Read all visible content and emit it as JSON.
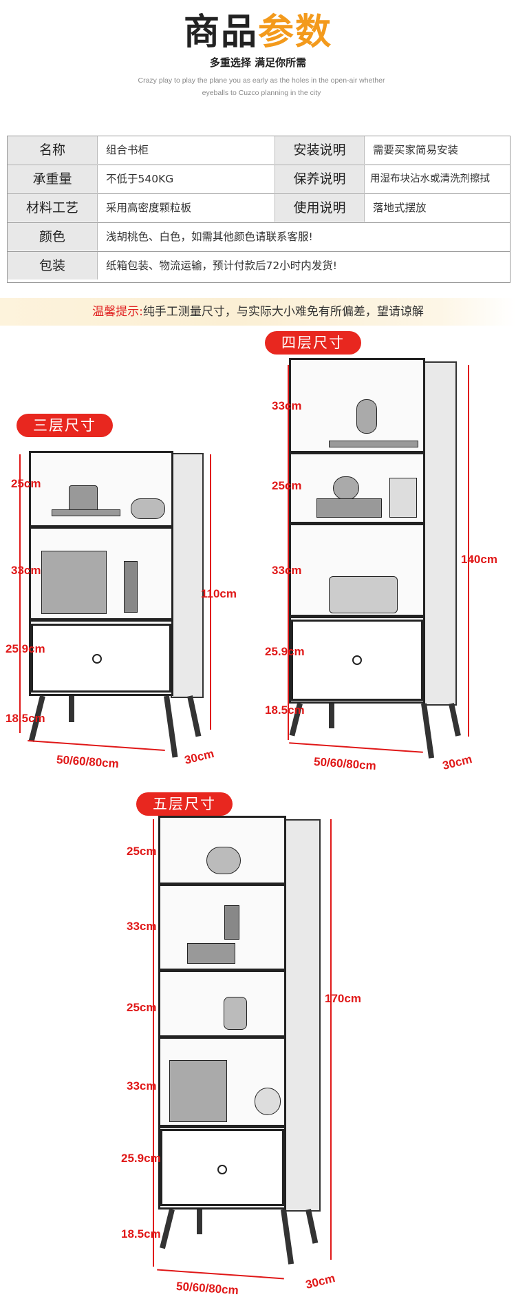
{
  "header": {
    "title_black": "商品",
    "title_orange": "参数",
    "subtitle": "多重选择 满足你所需",
    "desc_line1": "Crazy play to play the plane you as early as the holes in the open-air whether",
    "desc_line2": "eyeballs to Cuzco planning in the city"
  },
  "specs": {
    "rows": [
      {
        "label1": "名称",
        "value1": "组合书柜",
        "label2": "安装说明",
        "value2": "需要买家简易安装"
      },
      {
        "label1": "承重量",
        "value1": "不低于540KG",
        "label2": "保养说明",
        "value2": "用湿布块沾水或清洗剂擦拭"
      },
      {
        "label1": "材料工艺",
        "value1": "采用高密度颗粒板",
        "label2": "使用说明",
        "value2": "落地式摆放"
      },
      {
        "label1": "颜色",
        "value1": "浅胡桃色、白色，如需其他颜色请联系客服!"
      },
      {
        "label1": "包装",
        "value1": "纸箱包装、物流运输，预计付款后72小时内发货!"
      }
    ]
  },
  "tip": {
    "label": "温馨提示:",
    "text": "纯手工测量尺寸，与实际大小难免有所偏差，望请谅解"
  },
  "three_tier": {
    "badge": "三层尺寸",
    "dims": [
      "25cm",
      "33cm",
      "25.9cm",
      "18.5cm"
    ],
    "height": "110cm",
    "width": "50/60/80cm",
    "depth": "30cm"
  },
  "four_tier": {
    "badge": "四层尺寸",
    "dims": [
      "33cm",
      "25cm",
      "33cm",
      "25.9cm",
      "18.5cm"
    ],
    "height": "140cm",
    "width": "50/60/80cm",
    "depth": "30cm"
  },
  "five_tier": {
    "badge": "五层尺寸",
    "dims": [
      "25cm",
      "33cm",
      "25cm",
      "33cm",
      "25.9cm",
      "18.5cm"
    ],
    "height": "170cm",
    "width": "50/60/80cm",
    "depth": "30cm"
  },
  "colors": {
    "accent_orange": "#f39a1c",
    "dimension_red": "#e01818",
    "badge_red": "#e8271f"
  }
}
